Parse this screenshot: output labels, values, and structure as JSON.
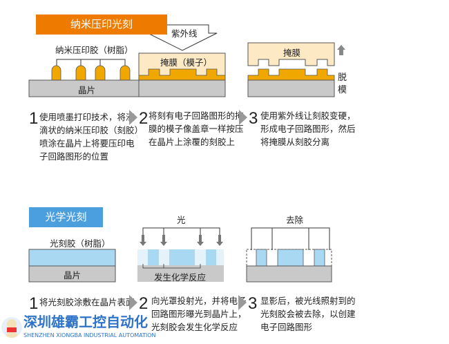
{
  "nanoimprint": {
    "title": "纳米压印光刻",
    "resin_label": "纳米压印胶（树脂）",
    "wafer_label": "晶片",
    "uv_label": "紫外线",
    "mold_label": "掩膜（模子）",
    "mask_label": "掩膜",
    "demold_label": "脱模",
    "steps": [
      {
        "num": "1",
        "lines": [
          "使用喷墨打印技术，将液",
          "滴状的纳米压印胶（刻胶）",
          "喷涂在晶片上将要压印电",
          "子回路图形的位置"
        ]
      },
      {
        "num": "2",
        "lines": [
          "将刻有电子回路图形的掩",
          "膜的模子像盖章一样按压",
          "在晶片上涂覆的刻胶上"
        ]
      },
      {
        "num": "3",
        "lines": [
          "使用紫外线让刻胶变硬，",
          "形成电子回路图形，然后",
          "将掩膜从刻胶分离"
        ]
      }
    ]
  },
  "photolithography": {
    "title": "光学光刻",
    "resist_label": "光刻胶（树脂）",
    "wafer_label": "晶片",
    "light_label": "光",
    "reaction_label": "发生化学反应",
    "remove_label": "去除",
    "steps": [
      {
        "num": "1",
        "lines": [
          "将光刻胶涂敷在晶片表面"
        ]
      },
      {
        "num": "2",
        "lines": [
          "向光罩投射光，并将电子",
          "回路图形曝光到晶片上，",
          "光刻胶会发生化学反应"
        ]
      },
      {
        "num": "3",
        "lines": [
          "显影后，被光线照射到的",
          "光刻胶会被去除，以创建",
          "电子回路图形"
        ]
      }
    ]
  },
  "watermark": {
    "name_cn": "深圳雄霸工控自动化",
    "name_en": "SHENZHEN XIONGBA INDUSTRIAL AUTOMATION"
  },
  "colors": {
    "orange": "#ef7a00",
    "resin": "#f0a800",
    "blue": "#4a9fdc",
    "resist": "#a9d9f2",
    "wafer": "#c9c9c9",
    "mask": "#fde9c4"
  }
}
